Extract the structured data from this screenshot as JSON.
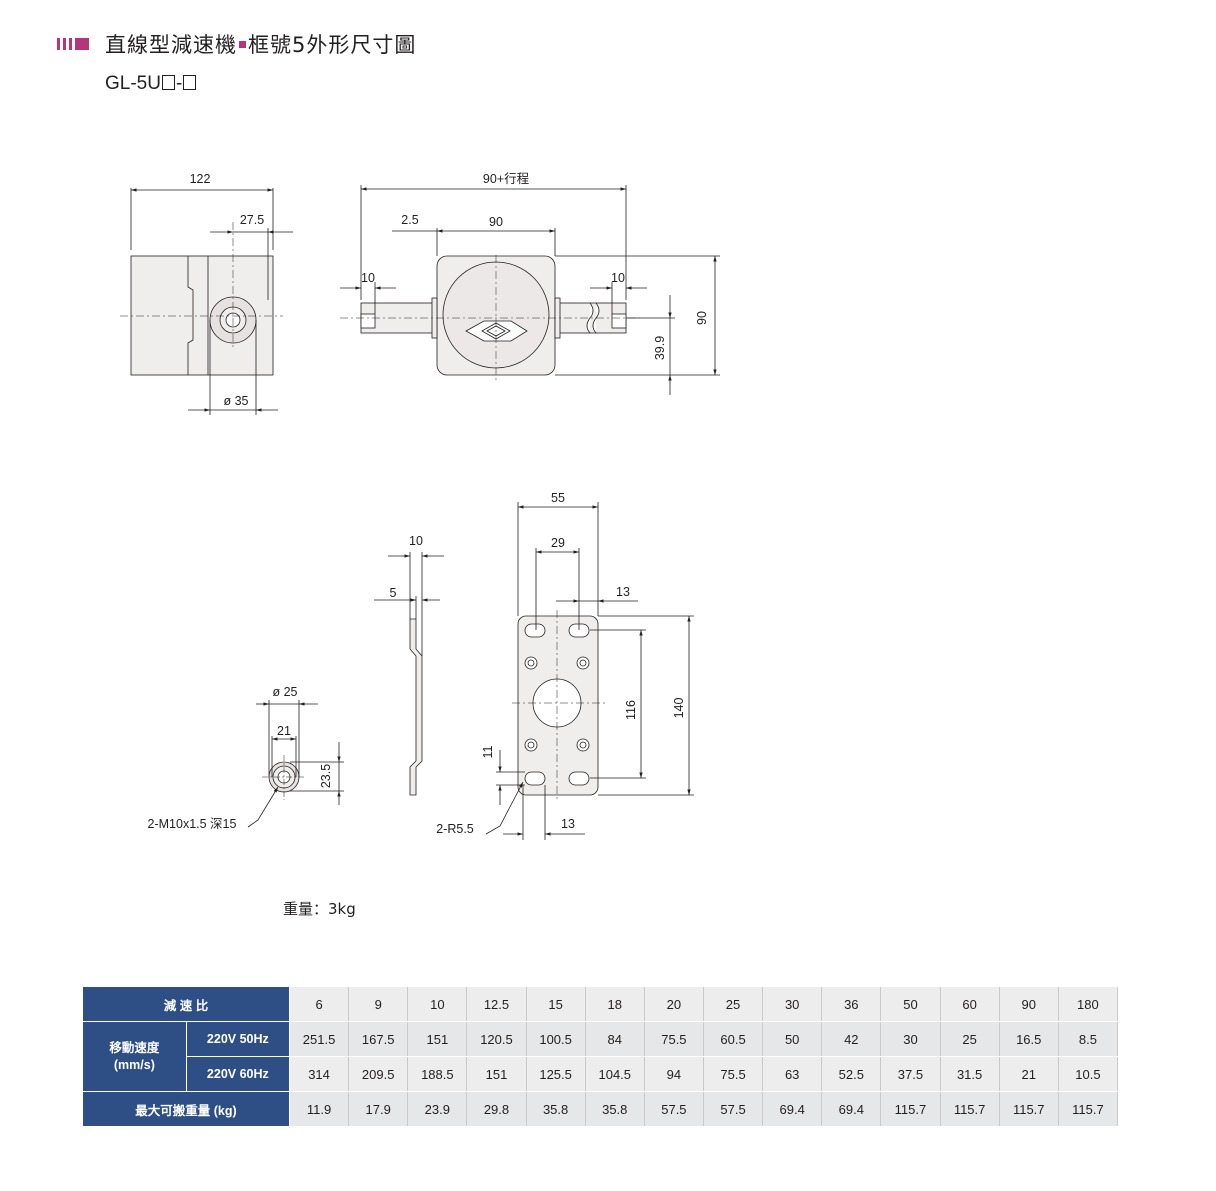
{
  "header": {
    "title_part1": "直線型減速機",
    "title_part2": "框號5外形尺寸圖",
    "model_prefix": "GL-5U",
    "model_sep": "-"
  },
  "dimensions": {
    "d122": "122",
    "d27_5": "27.5",
    "phi35": "ø 35",
    "d90_stroke": "90+行程",
    "d2_5": "2.5",
    "d90_top": "90",
    "d10_left": "10",
    "d10_right": "10",
    "d39_9": "39.9",
    "d90_height": "90",
    "d55": "55",
    "d29": "29",
    "d13_top": "13",
    "d10_side": "10",
    "d5_side": "5",
    "d116": "116",
    "d140": "140",
    "d11": "11",
    "d13_bottom": "13",
    "r5_5": "2-R5.5",
    "phi25": "ø 25",
    "d21": "21",
    "d23_5": "23.5",
    "m10": "2-M10x1.5  深15"
  },
  "weight": "重量：3kg",
  "table": {
    "ratio_label": "減 速 比",
    "ratios": [
      "6",
      "9",
      "10",
      "12.5",
      "15",
      "18",
      "20",
      "25",
      "30",
      "36",
      "50",
      "60",
      "90",
      "180"
    ],
    "speed_label": "移動速度\n(mm/s)",
    "row_50hz_label": "220V 50Hz",
    "row_50hz": [
      "251.5",
      "167.5",
      "151",
      "120.5",
      "100.5",
      "84",
      "75.5",
      "60.5",
      "50",
      "42",
      "30",
      "25",
      "16.5",
      "8.5"
    ],
    "row_60hz_label": "220V 60Hz",
    "row_60hz": [
      "314",
      "209.5",
      "188.5",
      "151",
      "125.5",
      "104.5",
      "94",
      "75.5",
      "63",
      "52.5",
      "37.5",
      "31.5",
      "21",
      "10.5"
    ],
    "load_label": "最大可搬重量 (kg)",
    "load": [
      "11.9",
      "17.9",
      "23.9",
      "29.8",
      "35.8",
      "35.8",
      "57.5",
      "57.5",
      "69.4",
      "69.4",
      "115.7",
      "115.7",
      "115.7",
      "115.7"
    ]
  },
  "colors": {
    "accent_magenta": "#b5357c",
    "table_header_blue": "#2e4f86",
    "table_cell_gray": "#e6e7e8"
  }
}
